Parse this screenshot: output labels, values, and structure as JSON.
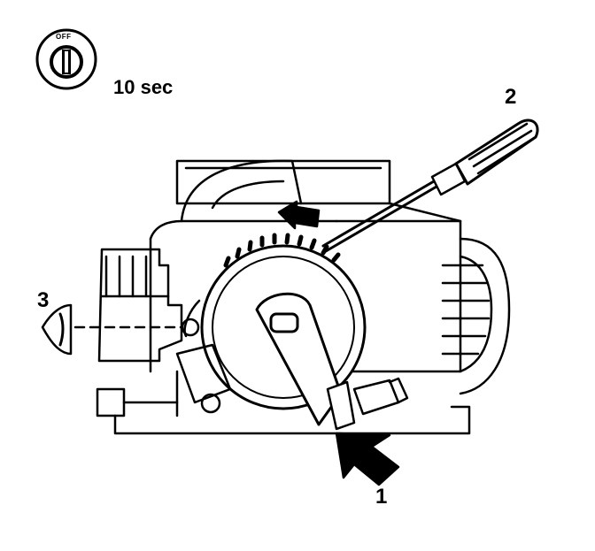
{
  "switch_icon": {
    "position_text": "OFF",
    "duration": "10 sec"
  },
  "callouts": {
    "one": "1",
    "two": "2",
    "three": "3"
  },
  "icons": {
    "key_switch": "ignition-key-off-icon",
    "screwdriver": "screwdriver-icon",
    "eye": "eye-view-icon",
    "arrow": "push-arrow-icon"
  },
  "colors": {
    "line": "#000000",
    "background": "#ffffff"
  }
}
